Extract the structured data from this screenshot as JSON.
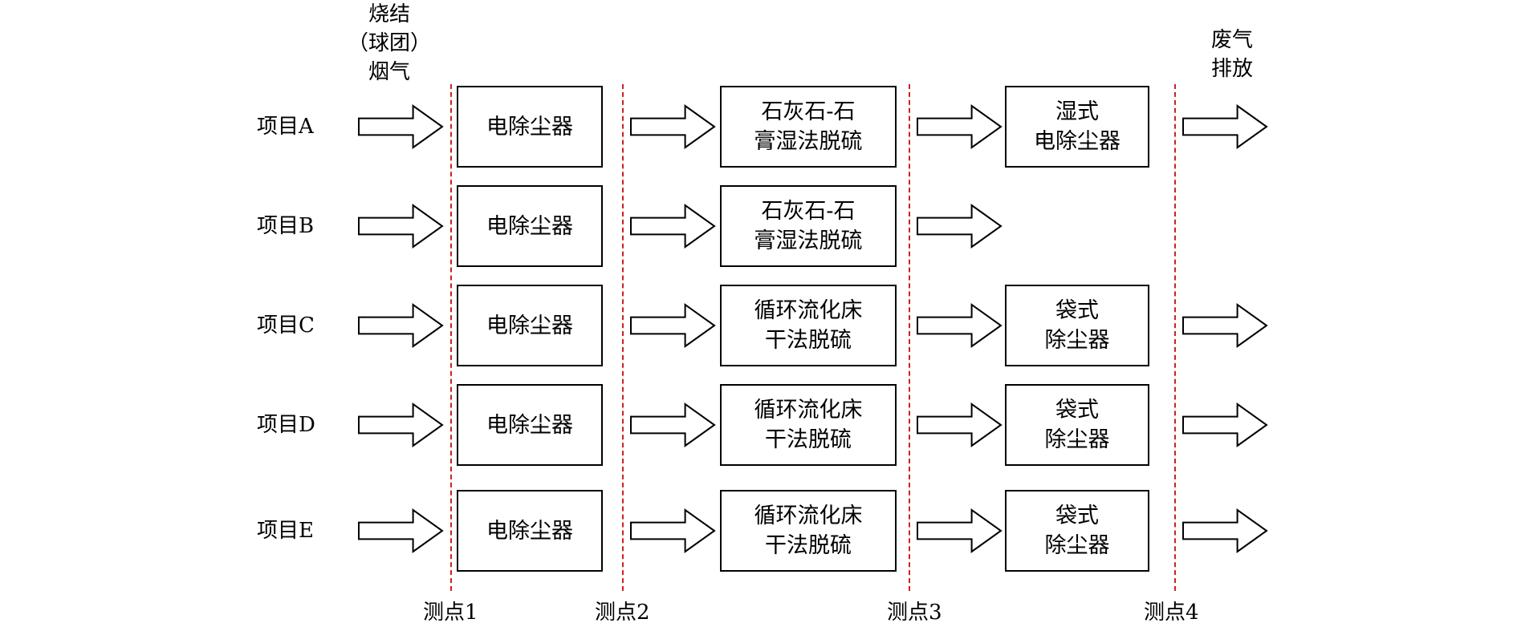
{
  "header": {
    "input_label": [
      "烧结",
      "（球团）",
      "烟气"
    ],
    "output_label": [
      "废气",
      "排放"
    ]
  },
  "rows": [
    {
      "label": "项目A",
      "stage1": [
        "电除尘器"
      ],
      "stage2": [
        "石灰石-石",
        "膏湿法脱硫"
      ],
      "stage3": [
        "湿式",
        "电除尘器"
      ]
    },
    {
      "label": "项目B",
      "stage1": [
        "电除尘器"
      ],
      "stage2": [
        "石灰石-石",
        "膏湿法脱硫"
      ],
      "stage3": []
    },
    {
      "label": "项目C",
      "stage1": [
        "电除尘器"
      ],
      "stage2": [
        "循环流化床",
        "干法脱硫"
      ],
      "stage3": [
        "袋式",
        "除尘器"
      ]
    },
    {
      "label": "项目D",
      "stage1": [
        "电除尘器"
      ],
      "stage2": [
        "循环流化床",
        "干法脱硫"
      ],
      "stage3": [
        "袋式",
        "除尘器"
      ]
    },
    {
      "label": "项目E",
      "stage1": [
        "电除尘器"
      ],
      "stage2": [
        "循环流化床",
        "干法脱硫"
      ],
      "stage3": [
        "袋式",
        "除尘器"
      ]
    }
  ],
  "measurement_points": [
    "测点1",
    "测点2",
    "测点3",
    "测点4"
  ],
  "colors": {
    "dashed_line": "#cc2222",
    "stroke": "#000000"
  }
}
